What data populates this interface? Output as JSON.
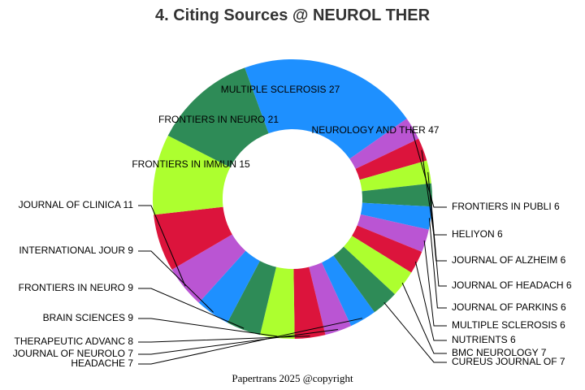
{
  "chart_data": {
    "type": "pie",
    "variant": "donut",
    "title": "4. Citing Sources @ NEUROL THER",
    "footer": "Papertrans 2025 @copyright",
    "slices": [
      {
        "label": "NEUROLOGY AND THER",
        "value": 47,
        "color": "#1E90FF"
      },
      {
        "label": "FRONTIERS IN PUBLI",
        "value": 6,
        "color": "#BA55D3"
      },
      {
        "label": "HELIYON",
        "value": 6,
        "color": "#DC143C"
      },
      {
        "label": "JOURNAL OF ALZHEIM",
        "value": 6,
        "color": "#ADFF2F"
      },
      {
        "label": "JOURNAL OF HEADACH",
        "value": 6,
        "color": "#2E8B57"
      },
      {
        "label": "JOURNAL OF PARKINS",
        "value": 6,
        "color": "#1E90FF"
      },
      {
        "label": "MULTIPLE SCLEROSIS",
        "value": 6,
        "color": "#BA55D3"
      },
      {
        "label": "NUTRIENTS",
        "value": 6,
        "color": "#DC143C"
      },
      {
        "label": "BMC NEUROLOGY",
        "value": 7,
        "color": "#ADFF2F"
      },
      {
        "label": "CUREUS JOURNAL OF ",
        "value": 7,
        "color": "#2E8B57"
      },
      {
        "label": "HEADACHE",
        "value": 7,
        "color": "#1E90FF"
      },
      {
        "label": "JOURNAL OF NEUROLO",
        "value": 7,
        "color": "#BA55D3"
      },
      {
        "label": "THERAPEUTIC ADVANC",
        "value": 8,
        "color": "#DC143C"
      },
      {
        "label": "BRAIN SCIENCES",
        "value": 9,
        "color": "#ADFF2F"
      },
      {
        "label": "FRONTIERS IN NEURO",
        "value": 9,
        "color": "#2E8B57"
      },
      {
        "label": "INTERNATIONAL JOUR",
        "value": 9,
        "color": "#1E90FF"
      },
      {
        "label": "JOURNAL OF CLINICA",
        "value": 11,
        "color": "#BA55D3"
      },
      {
        "label": "FRONTIERS IN IMMUN",
        "value": 15,
        "color": "#DC143C"
      },
      {
        "label": "FRONTIERS IN NEURO",
        "value": 21,
        "color": "#ADFF2F"
      },
      {
        "label": "MULTIPLE SCLEROSIS",
        "value": 27,
        "color": "#2E8B57"
      }
    ]
  }
}
